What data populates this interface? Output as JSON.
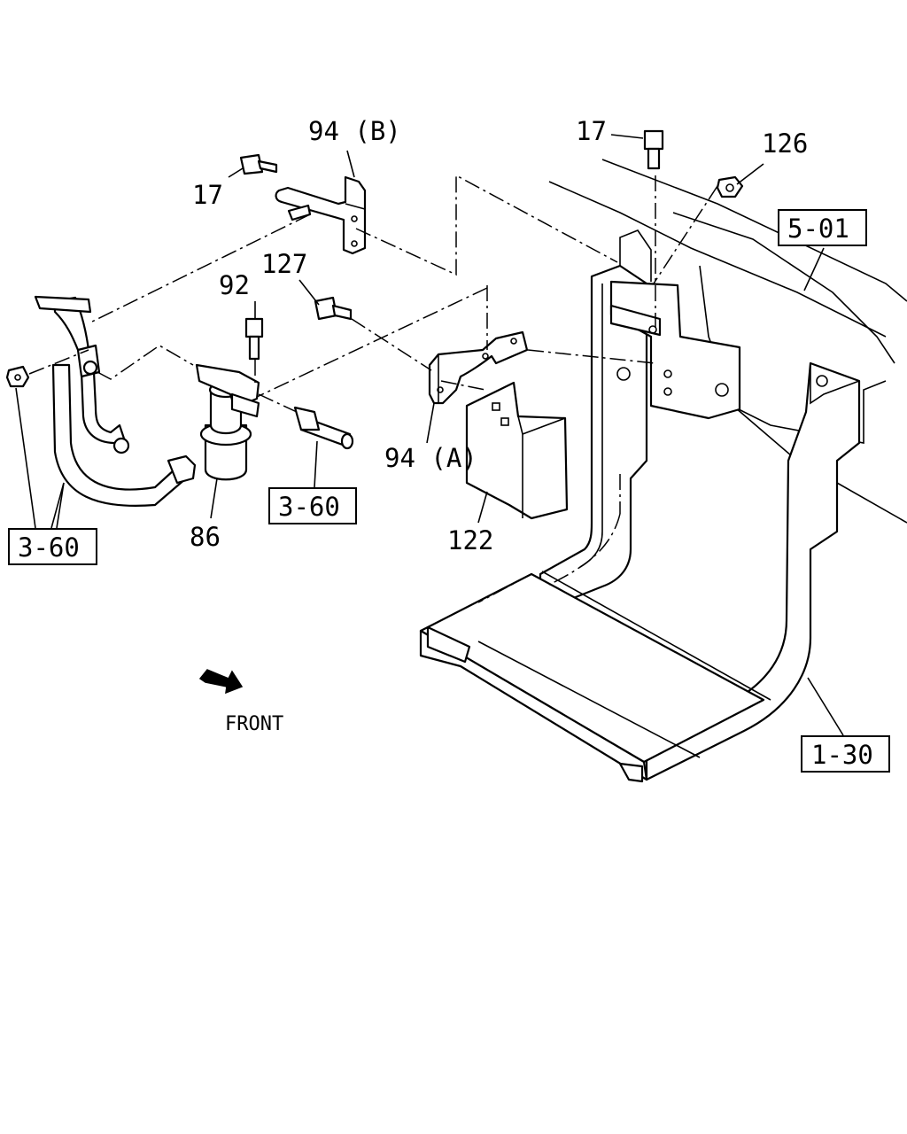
{
  "labels": {
    "l94b": "94 (B)",
    "l17_top": "17",
    "l126": "126",
    "l17_left": "17",
    "l501": "5-01",
    "l127": "127",
    "l92": "92",
    "l94a": "94 (A)",
    "l360_mid": "3-60",
    "l360_left": "3-60",
    "l86": "86",
    "l122": "122",
    "front": "FRONT",
    "l130": "1-30"
  }
}
